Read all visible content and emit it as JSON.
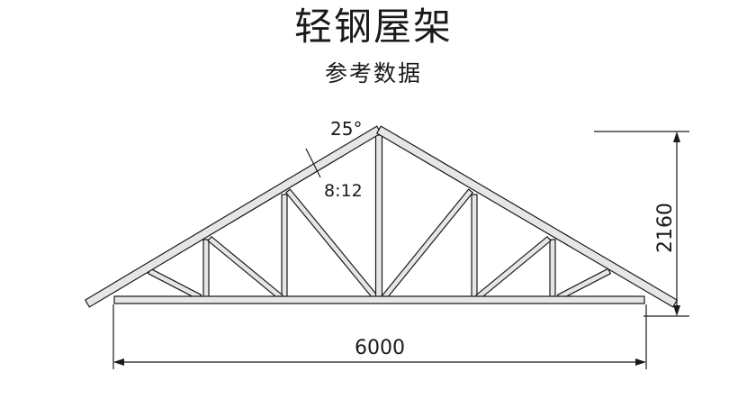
{
  "title": "轻钢屋架",
  "subtitle": "参考数据",
  "annotations": {
    "angle": "25°",
    "pitch": "8:12",
    "span": "6000",
    "height": "2160"
  },
  "colors": {
    "member_fill": "#e6e6e6",
    "line": "#1a1a1a"
  }
}
